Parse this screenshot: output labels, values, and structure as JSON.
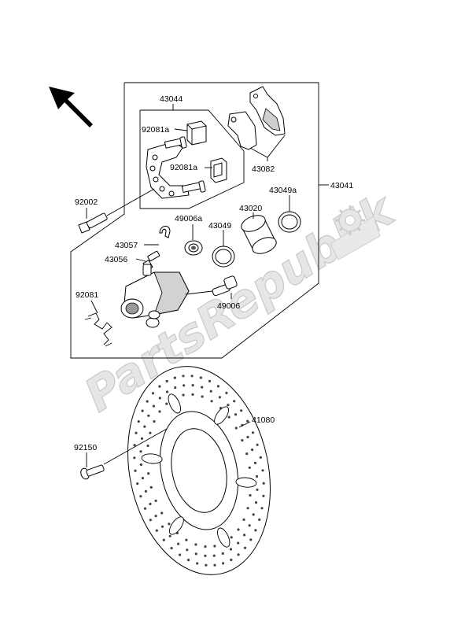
{
  "watermark": "PartsRepublik",
  "labels": {
    "p43044": "43044",
    "p92081a_1": "92081a",
    "p92081a_2": "92081a",
    "p43082": "43082",
    "p43041": "43041",
    "p92002": "92002",
    "p49006a": "49006a",
    "p43020": "43020",
    "p43049a": "43049a",
    "p43057": "43057",
    "p43049": "43049",
    "p43056": "43056",
    "p92081": "92081",
    "p49006": "49006",
    "p41080": "41080",
    "p92150": "92150"
  },
  "icons": {
    "direction_arrow": "front-direction-arrow-icon",
    "watermark_gear": "gear-icon"
  },
  "colors": {
    "line": "#000000",
    "watermark": "#e6e6e6",
    "part_shade": "#bdbdbd"
  }
}
